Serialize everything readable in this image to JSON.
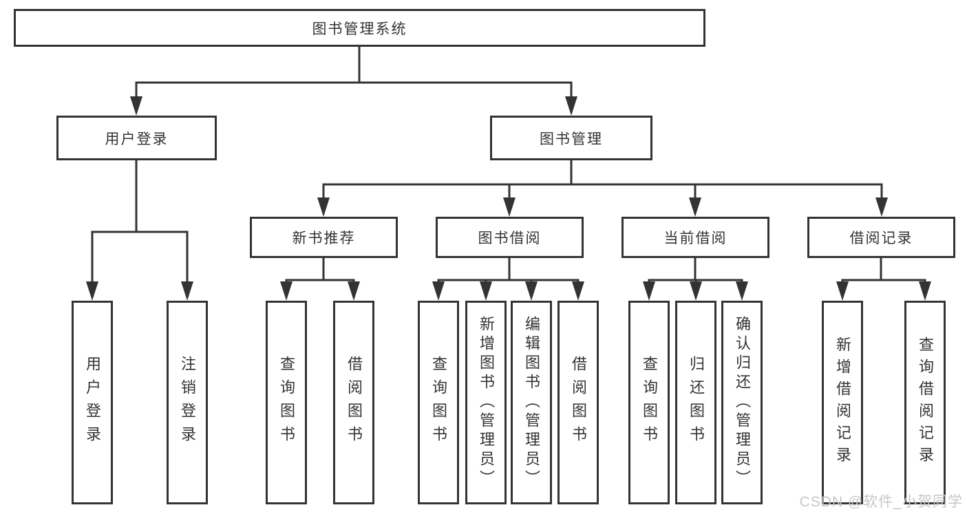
{
  "diagram": {
    "root": "图书管理系统",
    "branches": {
      "user_login": "用户登录",
      "book_mgmt": "图书管理"
    },
    "modules": {
      "new_book_rec": "新书推荐",
      "book_borrow": "图书借阅",
      "current_borrow": "当前借阅",
      "borrow_record": "借阅记录"
    },
    "leaves": {
      "login": "用户登录",
      "logout": "注销登录",
      "rec_query": "查询图书",
      "rec_borrow": "借阅图书",
      "bb_query": "查询图书",
      "bb_add": "新增图书（管理员）",
      "bb_edit": "编辑图书（管理员）",
      "bb_borrow": "借阅图书",
      "cb_query": "查询图书",
      "cb_return": "归还图书",
      "cb_confirm": "确认归还（管理员）",
      "br_add": "新增借阅记录",
      "br_query": "查询借阅记录"
    }
  },
  "watermark": "CSDN @软件_小贺同学",
  "colors": {
    "line": "#333333",
    "text": "#333333",
    "box_fill": "#ffffff",
    "watermark": "#c6c6c6"
  }
}
